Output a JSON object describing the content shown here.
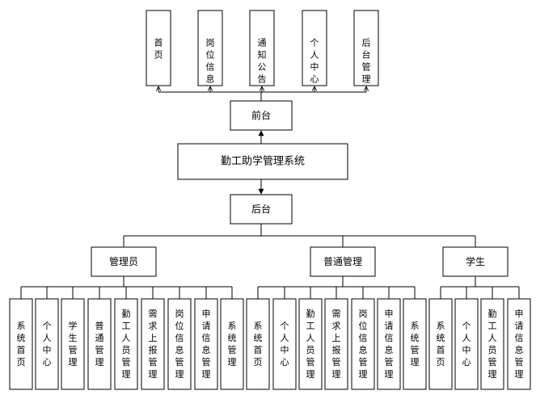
{
  "system": {
    "title": "勤工助学管理系统"
  },
  "frontend": {
    "label": "前台",
    "pages": [
      "首页",
      "岗位信息",
      "通知公告",
      "个人中心",
      "后台管理"
    ]
  },
  "backend": {
    "label": "后台",
    "roles": [
      {
        "name": "管理员",
        "modules": [
          "系统首页",
          "个人中心",
          "学生管理",
          "普通管理",
          "勤工人员管理",
          "需求上报管理",
          "岗位信息管理",
          "申请信息管理",
          "系统管理"
        ]
      },
      {
        "name": "普通管理",
        "modules": [
          "系统首页",
          "个人中心",
          "勤工人员管理",
          "需求上报管理",
          "岗位信息管理",
          "申请信息管理",
          "系统管理"
        ]
      },
      {
        "name": "学生",
        "modules": [
          "系统首页",
          "个人中心",
          "勤工人员管理",
          "申请信息管理"
        ]
      }
    ]
  }
}
